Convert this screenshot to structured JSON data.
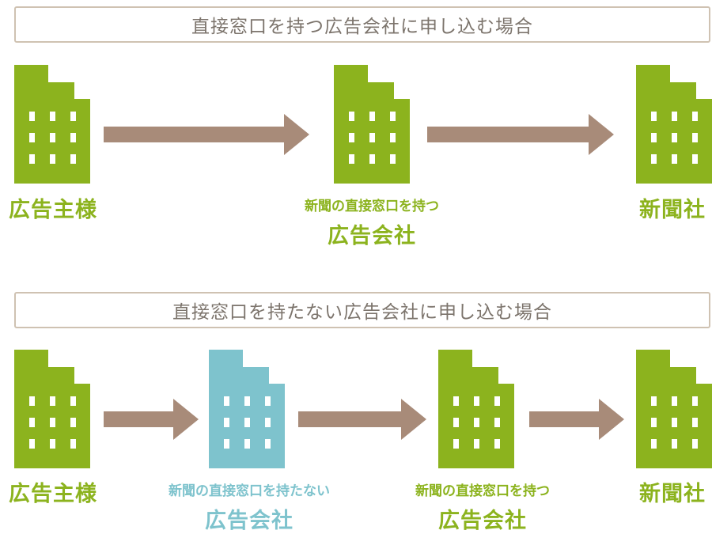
{
  "colors": {
    "green": "#8cb31e",
    "blue": "#7ec3cd",
    "arrow": "#a88b79",
    "banner_border": "#cfc2b2",
    "banner_text": "#7c746c"
  },
  "icons": {
    "building": "building-icon",
    "arrow": "right-arrow-icon"
  },
  "section1": {
    "title": "直接窓口を持つ広告会社に申し込む場合",
    "advertiser": "広告主様",
    "agency_note": "新聞の直接窓口を持つ",
    "agency": "広告会社",
    "newspaper": "新聞社"
  },
  "section2": {
    "title": "直接窓口を持たない広告会社に申し込む場合",
    "advertiser": "広告主様",
    "agency1_note": "新聞の直接窓口を持たない",
    "agency1": "広告会社",
    "agency2_note": "新聞の直接窓口を持つ",
    "agency2": "広告会社",
    "newspaper": "新聞社"
  }
}
